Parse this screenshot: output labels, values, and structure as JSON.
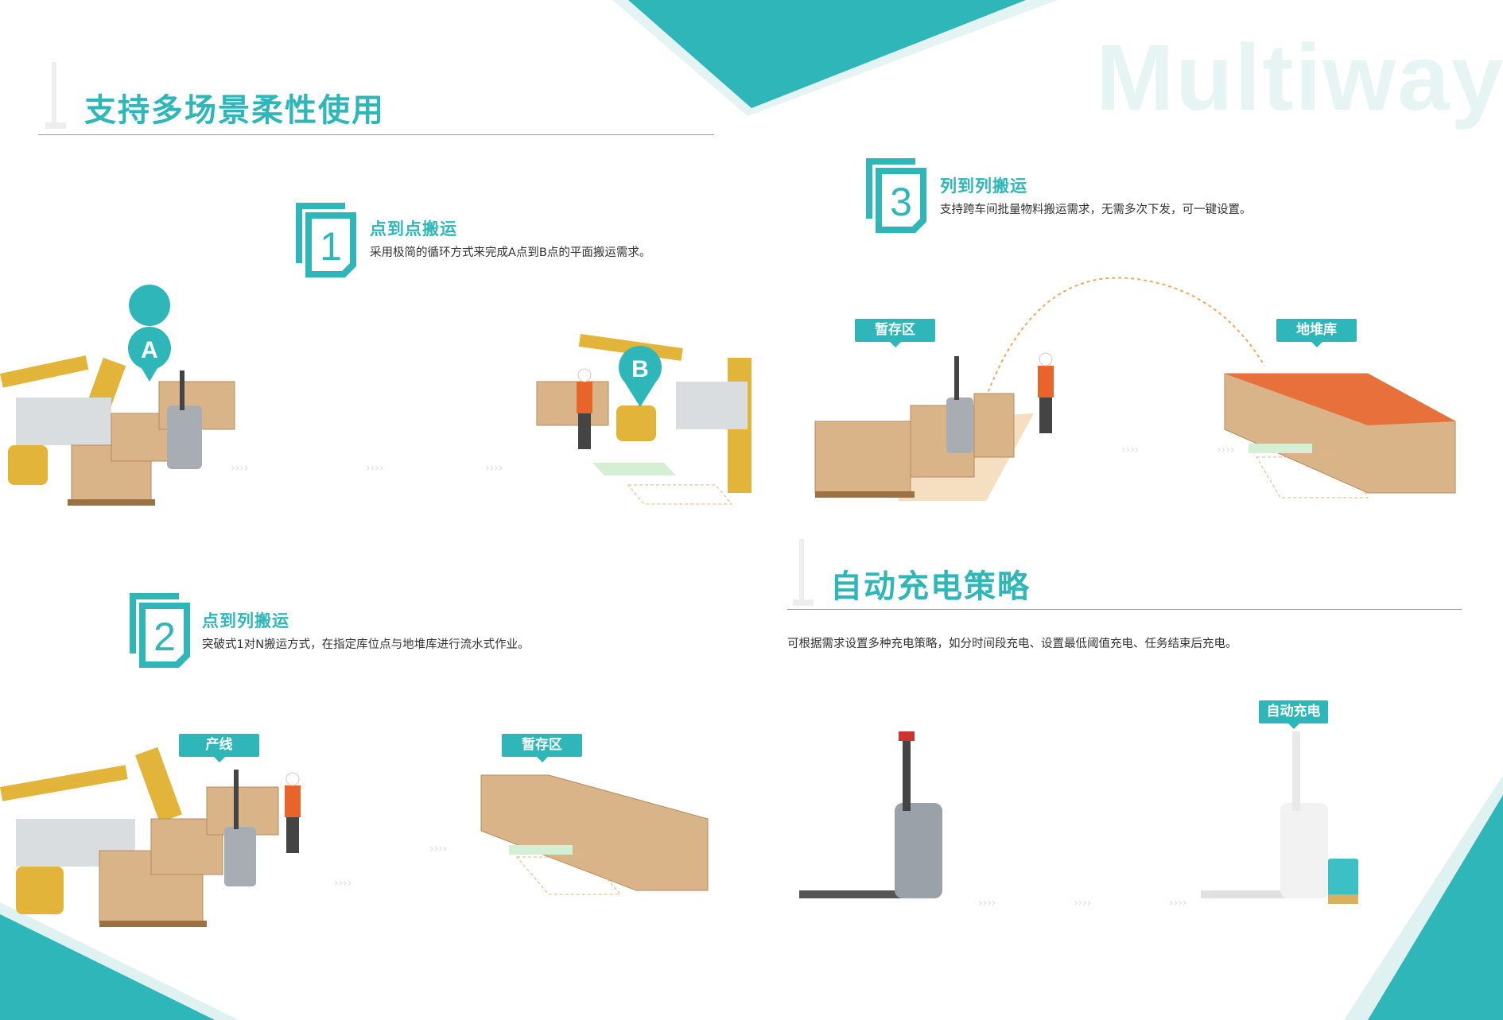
{
  "brand_watermark": "Multiway",
  "main_title": "支持多场景柔性使用",
  "sections": [
    {
      "number": "1",
      "title": "点到点搬运",
      "description": "采用极简的循环方式来完成A点到B点的平面搬运需求。",
      "markers": [
        "A",
        "B"
      ]
    },
    {
      "number": "2",
      "title": "点到列搬运",
      "description": "突破式1对N搬运方式，在指定库位点与地堆库进行流水式作业。",
      "tags": [
        "产线",
        "暂存区"
      ]
    },
    {
      "number": "3",
      "title": "列到列搬运",
      "description": "支持跨车间批量物料搬运需求，无需多次下发，可一键设置。",
      "tags": [
        "暂存区",
        "地堆库"
      ]
    }
  ],
  "charging": {
    "title": "自动充电策略",
    "description": "可根据需求设置多种充电策略，如分时间段充电、设置最低阈值充电、任务结束后充电。",
    "tag": "自动充电"
  },
  "colors": {
    "accent": "#2fb6b8",
    "box": "#d8b488",
    "robot_arm": "#e3b43a"
  }
}
